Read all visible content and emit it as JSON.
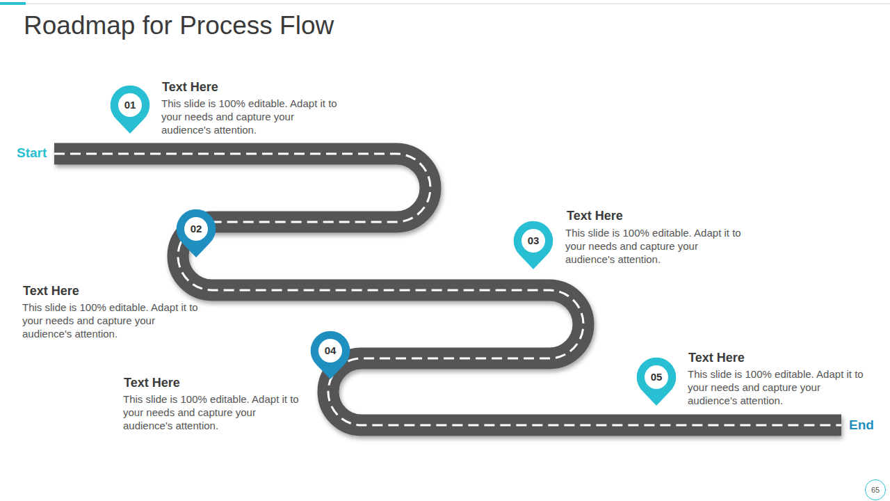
{
  "diagram": {
    "title": "Roadmap for Process Flow",
    "nodes": [
      {
        "text": [
          "01"
        ]
      },
      {
        "text": [
          "02"
        ]
      },
      {
        "text": [
          "03"
        ]
      },
      {
        "text": [
          "04"
        ]
      },
      {
        "text": [
          "05"
        ]
      },
      {
        "text": [
          "65"
        ]
      }
    ],
    "labels": [
      "Start",
      "Text Here",
      "This slide is 100% editable. Adapt it to your needs and capture your audience's attention.",
      "Text Here",
      "This slide is 100% editable. Adapt it to your needs and capture your audience's attention.",
      "Text Here",
      "This slide is 100% editable. Adapt it to your needs and capture your audience's attention.",
      "Text Here",
      "This slide is 100% editable. Adapt it to your needs and capture your audience's attention.",
      "Text Here",
      "This slide is 100% editable. Adapt it to your needs and capture your audience's attention.",
      "End"
    ]
  }
}
